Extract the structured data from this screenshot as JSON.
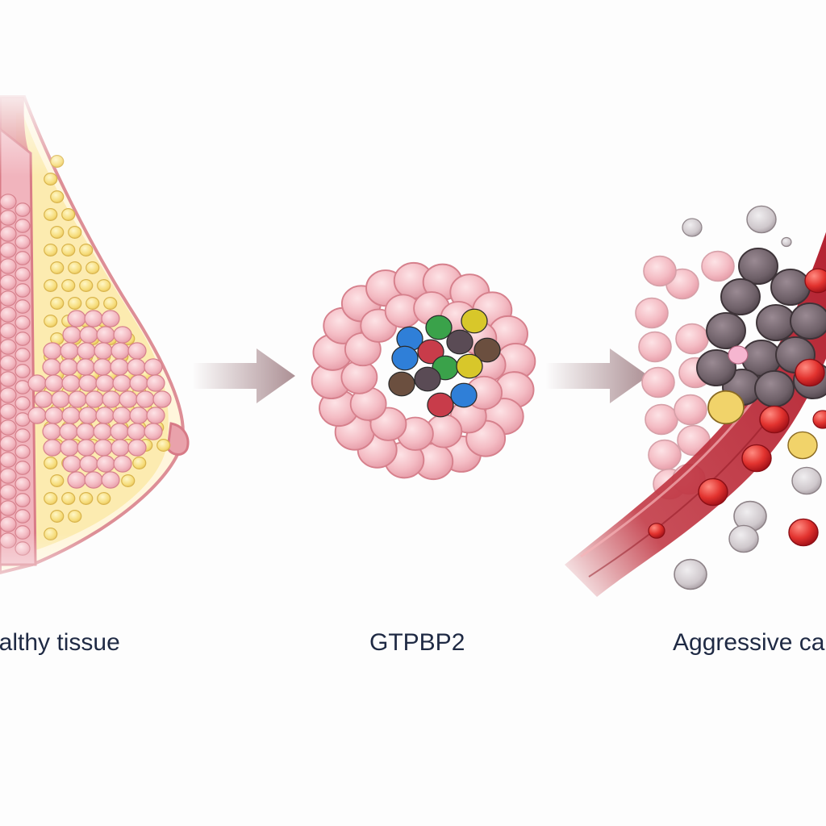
{
  "stages": [
    {
      "label": "ealthy tissue"
    },
    {
      "label": "GTPBP2"
    },
    {
      "label": "Aggressive ca"
    }
  ],
  "colors": {
    "background": "#fdfdfd",
    "text": "#1f2a44",
    "healthy_cell": "#f2b9c1",
    "fat_cell": "#f6dc7a",
    "arrow": "#a88a8f",
    "dark_cell": "#6e6068",
    "blood_cell": "#d92b2b",
    "vessel": "#c23a46"
  },
  "marker_colors": [
    "#2f7fd8",
    "#3aa24a",
    "#d8c72a",
    "#6b4f3f",
    "#5a4b55",
    "#c83c4a"
  ],
  "icons": [
    "breast-tissue-illustration",
    "cell-cluster-illustration",
    "tumor-vessel-illustration",
    "arrow-right-icon"
  ]
}
